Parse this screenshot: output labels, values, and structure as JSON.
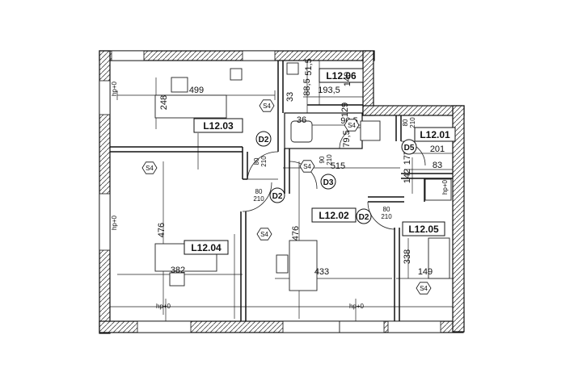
{
  "rooms": [
    {
      "id": "L12.03"
    },
    {
      "id": "L12.04"
    },
    {
      "id": "L12.02"
    },
    {
      "id": "L12.05"
    },
    {
      "id": "L12.06"
    },
    {
      "id": "L12.01"
    }
  ],
  "dimensions": [
    "499",
    "248",
    "476",
    "382",
    "476",
    "433",
    "515",
    "338",
    "149",
    "201",
    "83",
    "177",
    "193,5",
    "88,5",
    "51,5",
    "33",
    "90,5",
    "79,5",
    "129",
    "140",
    "36",
    "142"
  ],
  "doors": [
    "D2",
    "D2",
    "D2",
    "D3",
    "D5"
  ],
  "door_sizes": [
    "80\n210",
    "80\n210",
    "80\n210",
    "90\n210",
    "80\n210"
  ],
  "tags": [
    "S4",
    "S4",
    "S4",
    "S4",
    "S4",
    "S4",
    "hp+0",
    "hp+0",
    "hp+0",
    "hp+0",
    "hp+0"
  ]
}
